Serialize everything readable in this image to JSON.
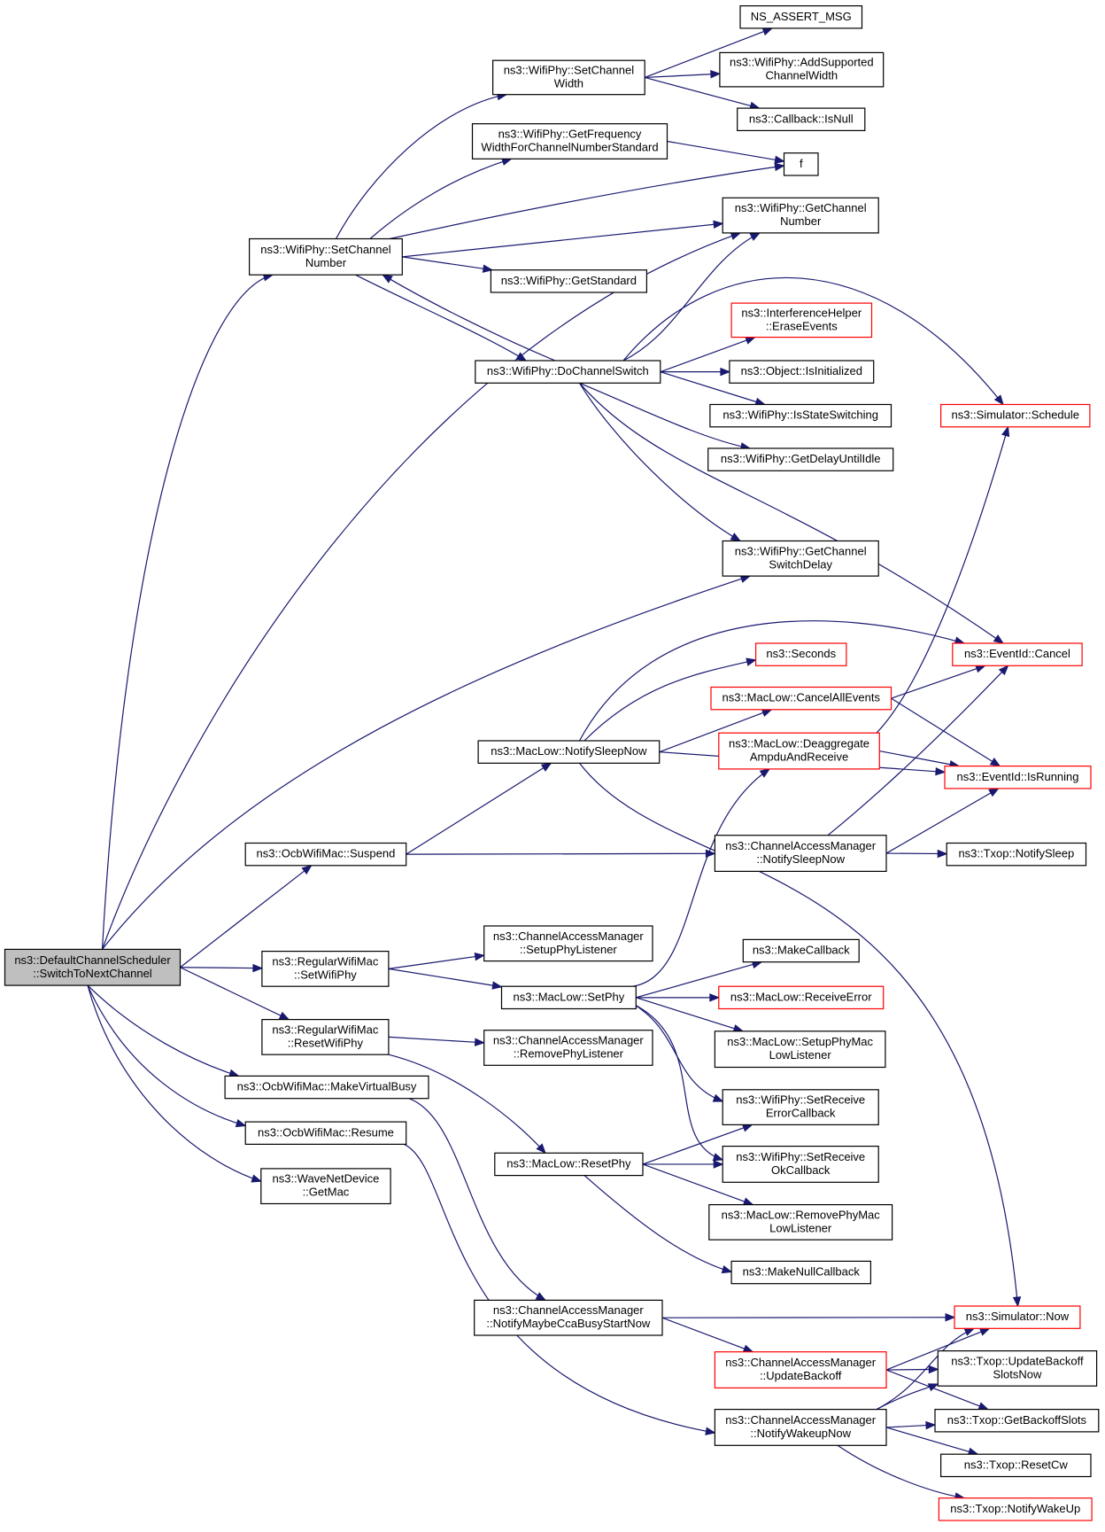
{
  "nodes": [
    {
      "id": "root",
      "lines": [
        "ns3::DefaultChannelScheduler",
        "::SwitchToNextChannel"
      ],
      "style": "grey"
    },
    {
      "id": "n_setchannelnumber",
      "lines": [
        "ns3::WifiPhy::SetChannel",
        "Number"
      ],
      "style": "normal"
    },
    {
      "id": "n_setchannelwidth",
      "lines": [
        "ns3::WifiPhy::SetChannel",
        "Width"
      ],
      "style": "normal"
    },
    {
      "id": "n_assert",
      "lines": [
        "NS_ASSERT_MSG"
      ],
      "style": "normal"
    },
    {
      "id": "n_addsupported",
      "lines": [
        "ns3::WifiPhy::AddSupported",
        "ChannelWidth"
      ],
      "style": "normal"
    },
    {
      "id": "n_isnull",
      "lines": [
        "ns3::Callback::IsNull"
      ],
      "style": "normal"
    },
    {
      "id": "n_getfreqwidth",
      "lines": [
        "ns3::WifiPhy::GetFrequency",
        "WidthForChannelNumberStandard"
      ],
      "style": "normal"
    },
    {
      "id": "n_f",
      "lines": [
        "f"
      ],
      "style": "normal"
    },
    {
      "id": "n_getchannelnumber",
      "lines": [
        "ns3::WifiPhy::GetChannel",
        "Number"
      ],
      "style": "normal"
    },
    {
      "id": "n_getstandard",
      "lines": [
        "ns3::WifiPhy::GetStandard"
      ],
      "style": "normal"
    },
    {
      "id": "n_erasevents",
      "lines": [
        "ns3::InterferenceHelper",
        "::EraseEvents"
      ],
      "style": "red"
    },
    {
      "id": "n_dochannelswitch",
      "lines": [
        "ns3::WifiPhy::DoChannelSwitch"
      ],
      "style": "normal"
    },
    {
      "id": "n_isinitialized",
      "lines": [
        "ns3::Object::IsInitialized"
      ],
      "style": "normal"
    },
    {
      "id": "n_isstateswitching",
      "lines": [
        "ns3::WifiPhy::IsStateSwitching"
      ],
      "style": "normal"
    },
    {
      "id": "n_schedule",
      "lines": [
        "ns3::Simulator::Schedule"
      ],
      "style": "red"
    },
    {
      "id": "n_getdelayuntilidle",
      "lines": [
        "ns3::WifiPhy::GetDelayUntilIdle"
      ],
      "style": "normal"
    },
    {
      "id": "n_getswitchdelay",
      "lines": [
        "ns3::WifiPhy::GetChannel",
        "SwitchDelay"
      ],
      "style": "normal"
    },
    {
      "id": "n_seconds",
      "lines": [
        "ns3::Seconds"
      ],
      "style": "red"
    },
    {
      "id": "n_cancel",
      "lines": [
        "ns3::EventId::Cancel"
      ],
      "style": "red"
    },
    {
      "id": "n_cancelall",
      "lines": [
        "ns3::MacLow::CancelAllEvents"
      ],
      "style": "red"
    },
    {
      "id": "n_deaggregate",
      "lines": [
        "ns3::MacLow::Deaggregate",
        "AmpduAndReceive"
      ],
      "style": "red"
    },
    {
      "id": "n_notifysleepnow",
      "lines": [
        "ns3::MacLow::NotifySleepNow"
      ],
      "style": "normal"
    },
    {
      "id": "n_isrunning",
      "lines": [
        "ns3::EventId::IsRunning"
      ],
      "style": "red"
    },
    {
      "id": "n_suspend",
      "lines": [
        "ns3::OcbWifiMac::Suspend"
      ],
      "style": "normal"
    },
    {
      "id": "n_camnotifysleep",
      "lines": [
        "ns3::ChannelAccessManager",
        "::NotifySleepNow"
      ],
      "style": "normal"
    },
    {
      "id": "n_txopnotifysleep",
      "lines": [
        "ns3::Txop::NotifySleep"
      ],
      "style": "normal"
    },
    {
      "id": "n_setupphylistener",
      "lines": [
        "ns3::ChannelAccessManager",
        "::SetupPhyListener"
      ],
      "style": "normal"
    },
    {
      "id": "n_regsetwifiphy",
      "lines": [
        "ns3::RegularWifiMac",
        "::SetWifiPhy"
      ],
      "style": "normal"
    },
    {
      "id": "n_makecallback",
      "lines": [
        "ns3::MakeCallback"
      ],
      "style": "normal"
    },
    {
      "id": "n_setphy",
      "lines": [
        "ns3::MacLow::SetPhy"
      ],
      "style": "normal"
    },
    {
      "id": "n_receiveerror",
      "lines": [
        "ns3::MacLow::ReceiveError"
      ],
      "style": "red"
    },
    {
      "id": "n_regresetwifiphy",
      "lines": [
        "ns3::RegularWifiMac",
        "::ResetWifiPhy"
      ],
      "style": "normal"
    },
    {
      "id": "n_removephylistener",
      "lines": [
        "ns3::ChannelAccessManager",
        "::RemovePhyListener"
      ],
      "style": "normal"
    },
    {
      "id": "n_setupphymac",
      "lines": [
        "ns3::MacLow::SetupPhyMac",
        "LowListener"
      ],
      "style": "normal"
    },
    {
      "id": "n_makevirtualbusy",
      "lines": [
        "ns3::OcbWifiMac::MakeVirtualBusy"
      ],
      "style": "normal"
    },
    {
      "id": "n_setreceiveerror",
      "lines": [
        "ns3::WifiPhy::SetReceive",
        "ErrorCallback"
      ],
      "style": "normal"
    },
    {
      "id": "n_resume",
      "lines": [
        "ns3::OcbWifiMac::Resume"
      ],
      "style": "normal"
    },
    {
      "id": "n_resetphy",
      "lines": [
        "ns3::MacLow::ResetPhy"
      ],
      "style": "normal"
    },
    {
      "id": "n_setreceiveok",
      "lines": [
        "ns3::WifiPhy::SetReceive",
        "OkCallback"
      ],
      "style": "normal"
    },
    {
      "id": "n_getmac",
      "lines": [
        "ns3::WaveNetDevice",
        "::GetMac"
      ],
      "style": "normal"
    },
    {
      "id": "n_removephymac",
      "lines": [
        "ns3::MacLow::RemovePhyMac",
        "LowListener"
      ],
      "style": "normal"
    },
    {
      "id": "n_makenullcallback",
      "lines": [
        "ns3::MakeNullCallback"
      ],
      "style": "normal"
    },
    {
      "id": "n_notifymaybecca",
      "lines": [
        "ns3::ChannelAccessManager",
        "::NotifyMaybeCcaBusyStartNow"
      ],
      "style": "normal"
    },
    {
      "id": "n_now",
      "lines": [
        "ns3::Simulator::Now"
      ],
      "style": "red"
    },
    {
      "id": "n_updatebackoff",
      "lines": [
        "ns3::ChannelAccessManager",
        "::UpdateBackoff"
      ],
      "style": "red"
    },
    {
      "id": "n_updatebackoffslots",
      "lines": [
        "ns3::Txop::UpdateBackoff",
        "SlotsNow"
      ],
      "style": "normal"
    },
    {
      "id": "n_camnotifywakeup",
      "lines": [
        "ns3::ChannelAccessManager",
        "::NotifyWakeupNow"
      ],
      "style": "normal"
    },
    {
      "id": "n_getbackoffslots",
      "lines": [
        "ns3::Txop::GetBackoffSlots"
      ],
      "style": "normal"
    },
    {
      "id": "n_resetcw",
      "lines": [
        "ns3::Txop::ResetCw"
      ],
      "style": "normal"
    },
    {
      "id": "n_notifywakeup",
      "lines": [
        "ns3::Txop::NotifyWakeUp"
      ],
      "style": "red"
    }
  ],
  "edges": [
    [
      "root",
      "n_setchannelnumber"
    ],
    [
      "root",
      "n_getchannelnumber"
    ],
    [
      "root",
      "n_getswitchdelay"
    ],
    [
      "root",
      "n_suspend"
    ],
    [
      "root",
      "n_regsetwifiphy"
    ],
    [
      "root",
      "n_regresetwifiphy"
    ],
    [
      "root",
      "n_makevirtualbusy"
    ],
    [
      "root",
      "n_resume"
    ],
    [
      "root",
      "n_getmac"
    ],
    [
      "n_setchannelnumber",
      "n_setchannelwidth"
    ],
    [
      "n_setchannelnumber",
      "n_getfreqwidth"
    ],
    [
      "n_setchannelnumber",
      "n_f"
    ],
    [
      "n_setchannelnumber",
      "n_getchannelnumber"
    ],
    [
      "n_setchannelnumber",
      "n_getstandard"
    ],
    [
      "n_setchannelnumber",
      "n_dochannelswitch"
    ],
    [
      "n_setchannelwidth",
      "n_assert"
    ],
    [
      "n_setchannelwidth",
      "n_addsupported"
    ],
    [
      "n_setchannelwidth",
      "n_isnull"
    ],
    [
      "n_getfreqwidth",
      "n_f"
    ],
    [
      "n_dochannelswitch",
      "n_setchannelnumber"
    ],
    [
      "n_dochannelswitch",
      "n_getchannelnumber"
    ],
    [
      "n_dochannelswitch",
      "n_erasevents"
    ],
    [
      "n_dochannelswitch",
      "n_isinitialized"
    ],
    [
      "n_dochannelswitch",
      "n_isstateswitching"
    ],
    [
      "n_dochannelswitch",
      "n_getdelayuntilidle"
    ],
    [
      "n_dochannelswitch",
      "n_schedule"
    ],
    [
      "n_dochannelswitch",
      "n_getswitchdelay"
    ],
    [
      "n_dochannelswitch",
      "n_cancel"
    ],
    [
      "n_notifysleepnow",
      "n_cancel"
    ],
    [
      "n_notifysleepnow",
      "n_seconds"
    ],
    [
      "n_notifysleepnow",
      "n_cancelall"
    ],
    [
      "n_notifysleepnow",
      "n_isrunning"
    ],
    [
      "n_notifysleepnow",
      "n_now"
    ],
    [
      "n_cancelall",
      "n_cancel"
    ],
    [
      "n_cancelall",
      "n_isrunning"
    ],
    [
      "n_deaggregate",
      "n_schedule"
    ],
    [
      "n_deaggregate",
      "n_isrunning"
    ],
    [
      "n_suspend",
      "n_notifysleepnow"
    ],
    [
      "n_suspend",
      "n_camnotifysleep"
    ],
    [
      "n_camnotifysleep",
      "n_cancel"
    ],
    [
      "n_camnotifysleep",
      "n_isrunning"
    ],
    [
      "n_camnotifysleep",
      "n_txopnotifysleep"
    ],
    [
      "n_regsetwifiphy",
      "n_setupphylistener"
    ],
    [
      "n_regsetwifiphy",
      "n_setphy"
    ],
    [
      "n_setphy",
      "n_deaggregate"
    ],
    [
      "n_setphy",
      "n_makecallback"
    ],
    [
      "n_setphy",
      "n_receiveerror"
    ],
    [
      "n_setphy",
      "n_setupphymac"
    ],
    [
      "n_setphy",
      "n_setreceiveerror"
    ],
    [
      "n_setphy",
      "n_setreceiveok"
    ],
    [
      "n_regresetwifiphy",
      "n_removephylistener"
    ],
    [
      "n_regresetwifiphy",
      "n_resetphy"
    ],
    [
      "n_resetphy",
      "n_setreceiveerror"
    ],
    [
      "n_resetphy",
      "n_setreceiveok"
    ],
    [
      "n_resetphy",
      "n_removephymac"
    ],
    [
      "n_resetphy",
      "n_makenullcallback"
    ],
    [
      "n_makevirtualbusy",
      "n_notifymaybecca"
    ],
    [
      "n_resume",
      "n_camnotifywakeup"
    ],
    [
      "n_notifymaybecca",
      "n_now"
    ],
    [
      "n_notifymaybecca",
      "n_updatebackoff"
    ],
    [
      "n_updatebackoff",
      "n_now"
    ],
    [
      "n_updatebackoff",
      "n_updatebackoffslots"
    ],
    [
      "n_updatebackoff",
      "n_getbackoffslots"
    ],
    [
      "n_camnotifywakeup",
      "n_now"
    ],
    [
      "n_camnotifywakeup",
      "n_updatebackoffslots"
    ],
    [
      "n_camnotifywakeup",
      "n_getbackoffslots"
    ],
    [
      "n_camnotifywakeup",
      "n_resetcw"
    ],
    [
      "n_camnotifywakeup",
      "n_notifywakeup"
    ]
  ]
}
